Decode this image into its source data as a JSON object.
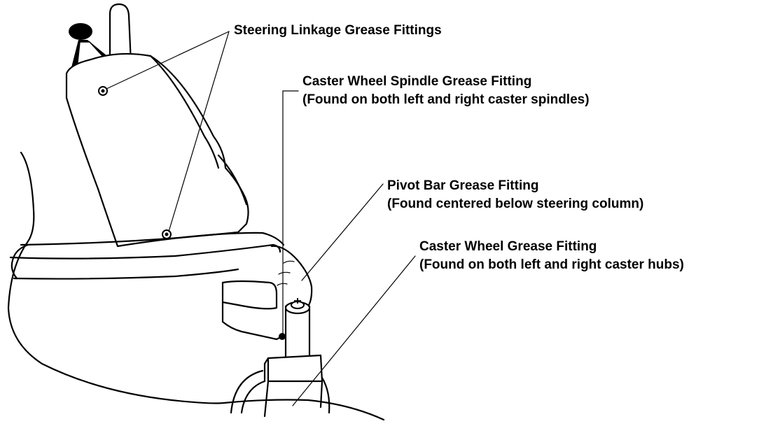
{
  "labels": {
    "steering_linkage": "Steering Linkage Grease Fittings",
    "caster_spindle": {
      "line1": "Caster Wheel Spindle Grease Fitting",
      "line2": "(Found on both left and right caster spindles)"
    },
    "pivot_bar": {
      "line1": "Pivot Bar Grease Fitting",
      "line2": "(Found centered below steering column)"
    },
    "caster_wheel": {
      "line1": "Caster Wheel Grease Fitting",
      "line2": "(Found on both left and right caster hubs)"
    }
  }
}
